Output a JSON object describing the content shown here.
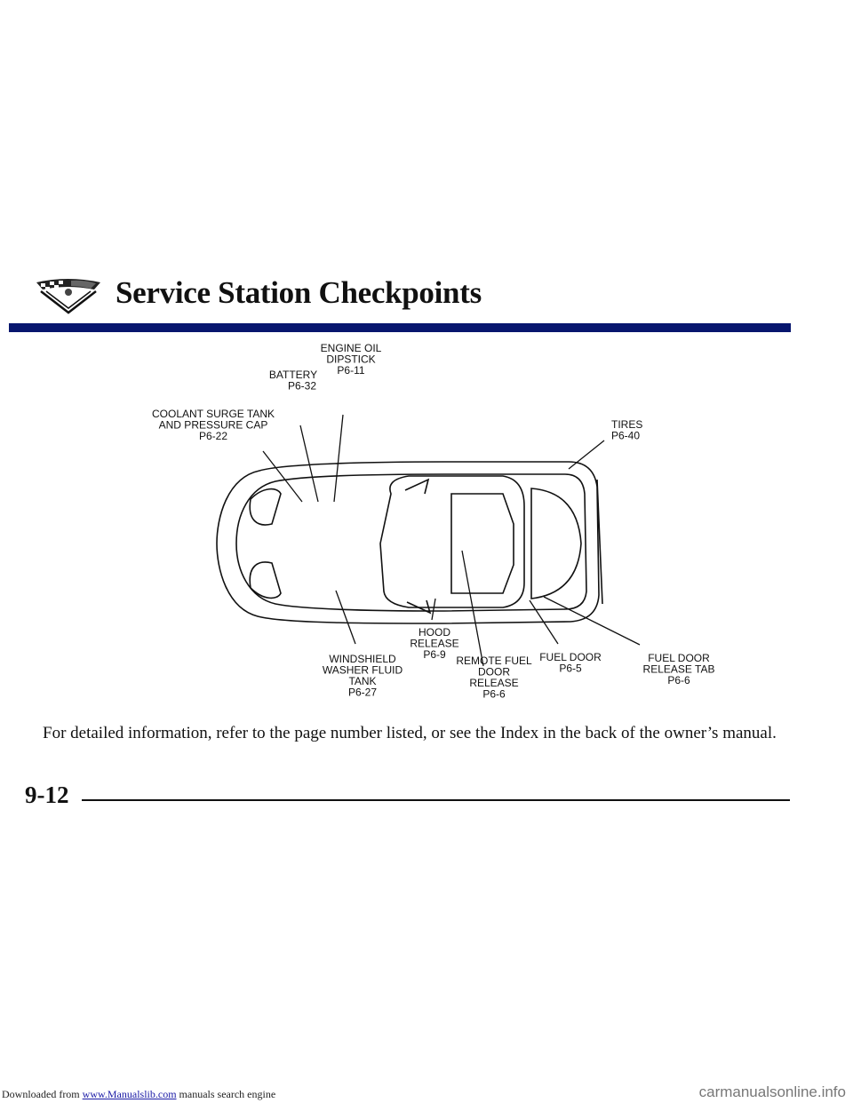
{
  "notice": {
    "prefix": "Downloaded from ",
    "link": "www.Manualslib.com",
    "suffix": " manuals search engine"
  },
  "watermark": "carmanualsonline.info",
  "header": {
    "title": "Service Station Checkpoints",
    "logo_icon": "corvette-crossed-flags-logo-icon",
    "rule_color": "#07166e"
  },
  "diagram": {
    "callouts": [
      {
        "id": "engine-oil",
        "lines": [
          "ENGINE OIL",
          "DIPSTICK",
          "P6-11"
        ]
      },
      {
        "id": "battery",
        "lines": [
          "BATTERY",
          "P6-32"
        ]
      },
      {
        "id": "coolant",
        "lines": [
          "COOLANT SURGE TANK",
          "AND PRESSURE CAP",
          "P6-22"
        ]
      },
      {
        "id": "tires",
        "lines": [
          "TIRES",
          "P6-40"
        ]
      },
      {
        "id": "hood-release",
        "lines": [
          "HOOD",
          "RELEASE",
          "P6-9"
        ]
      },
      {
        "id": "windshield",
        "lines": [
          "WINDSHIELD",
          "WASHER FLUID",
          "TANK",
          "P6-27"
        ]
      },
      {
        "id": "remote-fuel",
        "lines": [
          "REMOTE FUEL",
          "DOOR",
          "RELEASE",
          "P6-6"
        ]
      },
      {
        "id": "fuel-door",
        "lines": [
          "FUEL DOOR",
          "P6-5"
        ]
      },
      {
        "id": "fuel-door-tab",
        "lines": [
          "FUEL DOOR",
          "RELEASE TAB",
          "P6-6"
        ]
      }
    ]
  },
  "caption": "For detailed information, refer to the page number listed, or see the Index in the back of the owner’s manual.",
  "footer": {
    "page_number": "9-12"
  }
}
